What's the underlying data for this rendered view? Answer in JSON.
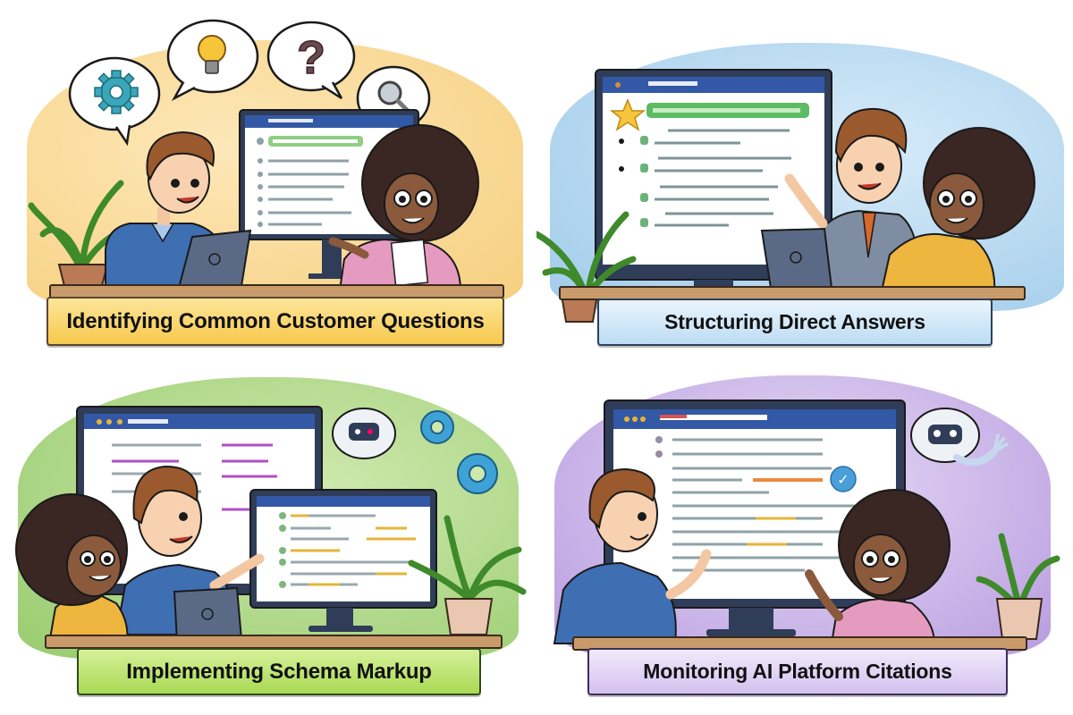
{
  "title": "Four-step AI answer optimization process",
  "panels": [
    {
      "id": "identify",
      "caption": "Identifying Common Customer Questions",
      "theme_color": "#f7cf6a",
      "caption_bg": "#fbd56b",
      "bubbles": [
        "gear-icon",
        "lightbulb-icon",
        "question-mark-icon",
        "magnifier-icon"
      ],
      "question_glyph": "?"
    },
    {
      "id": "structure",
      "caption": "Structuring Direct Answers",
      "theme_color": "#a9d2ee",
      "caption_bg": "#cfe6f7",
      "highlight": "star-icon"
    },
    {
      "id": "schema",
      "caption": "Implementing Schema Markup",
      "theme_color": "#a8d67a",
      "caption_bg": "#b8e06c",
      "decorations": [
        "robot-icon",
        "gear-icon",
        "gear-icon"
      ]
    },
    {
      "id": "monitor",
      "caption": "Monitoring AI Platform Citations",
      "theme_color": "#c9b3e6",
      "caption_bg": "#e2d4f4",
      "decorations": [
        "robot-icon",
        "checkmark-badge-icon"
      ],
      "check_glyph": "✓"
    }
  ]
}
